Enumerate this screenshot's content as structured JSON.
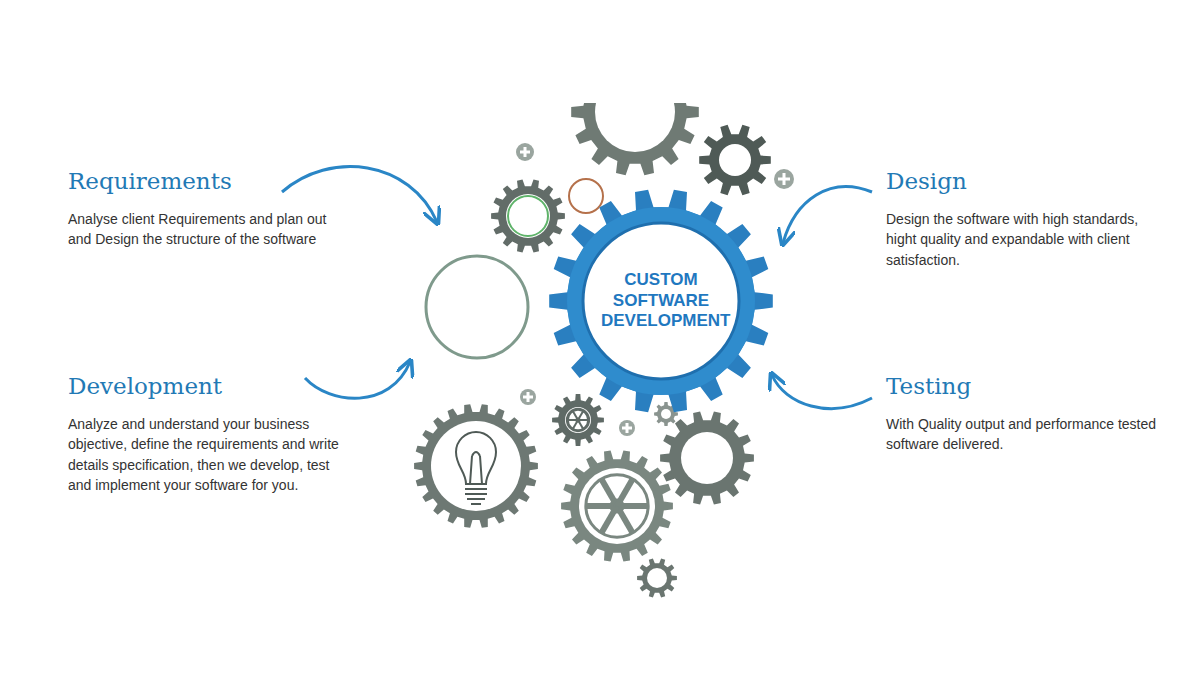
{
  "diagram": {
    "nodes": [
      {
        "text": [
          "CUSTOM SOFTWARE DEVELOPMENT"
        ]
      }
    ],
    "labels": [
      "Requirements",
      "Analyse client Requirements and plan out and Design the structure of the software",
      "Design",
      "Design the software with high standards, hight quality and expandable with client satisfaction.",
      "Development",
      "Analyze and understand your business objective, define the requirements and write details specification, then we develop, test and implement your software for you.",
      "Testing",
      "With Quality output and performance tested software delivered."
    ]
  }
}
